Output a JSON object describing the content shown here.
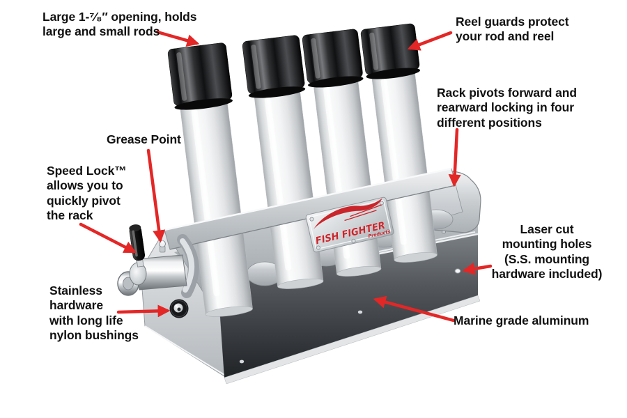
{
  "colors": {
    "arrow": "#e32726",
    "text": "#111111",
    "logo_red": "#c9252b"
  },
  "brand": {
    "name": "FISH FIGHTER",
    "tagline": "Products"
  },
  "annotations": {
    "opening": {
      "text": "Large 1-⁷⁄₈″ opening, holds\nlarge and small rods"
    },
    "reel_guards": {
      "text": "Reel guards protect\nyour rod and reel"
    },
    "rack_pivots": {
      "text": "Rack pivots forward and\nrearward locking in four\ndifferent positions"
    },
    "grease_point": {
      "text": "Grease Point"
    },
    "speed_lock": {
      "text": "Speed Lock™\nallows you to\nquickly pivot\nthe rack"
    },
    "stainless": {
      "text": "Stainless\nhardware\nwith long life\nnylon bushings"
    },
    "laser_cut": {
      "text": "Laser cut\nmounting holes\n(S.S. mounting\nhardware included)"
    },
    "marine": {
      "text": "Marine grade aluminum"
    }
  }
}
